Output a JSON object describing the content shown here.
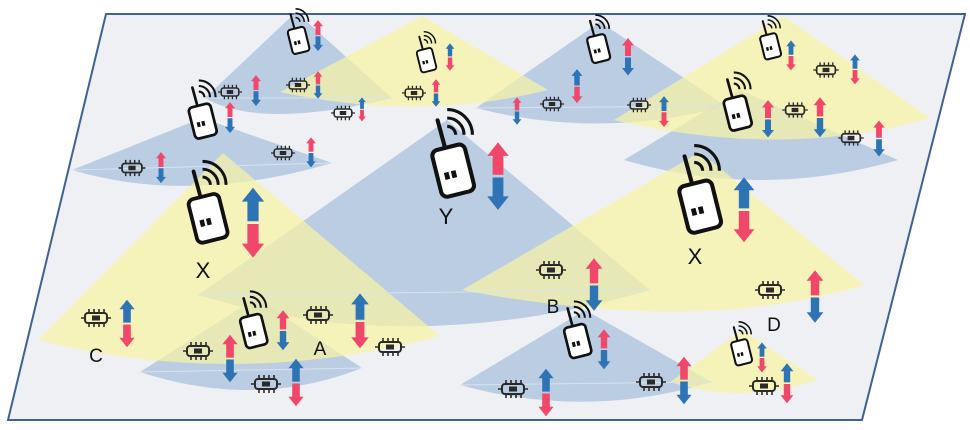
{
  "colors": {
    "plane_fill": "#eff0f3",
    "plane_stroke": "#3d6293",
    "cone_blue": "#a5bfdc",
    "cone_yellow": "#f6f4a4",
    "arrow_red": "#f0476a",
    "arrow_blue": "#2e74b5",
    "icon_dark": "#111111"
  },
  "icons": {
    "router": "wifi-router-icon",
    "device": "iot-chip-icon",
    "arrow": "bidirectional-traffic-arrow"
  },
  "labels": {
    "x_left": "X",
    "y_center": "Y",
    "x_right": "X",
    "a": "A",
    "b": "B",
    "c": "C",
    "d": "D"
  }
}
